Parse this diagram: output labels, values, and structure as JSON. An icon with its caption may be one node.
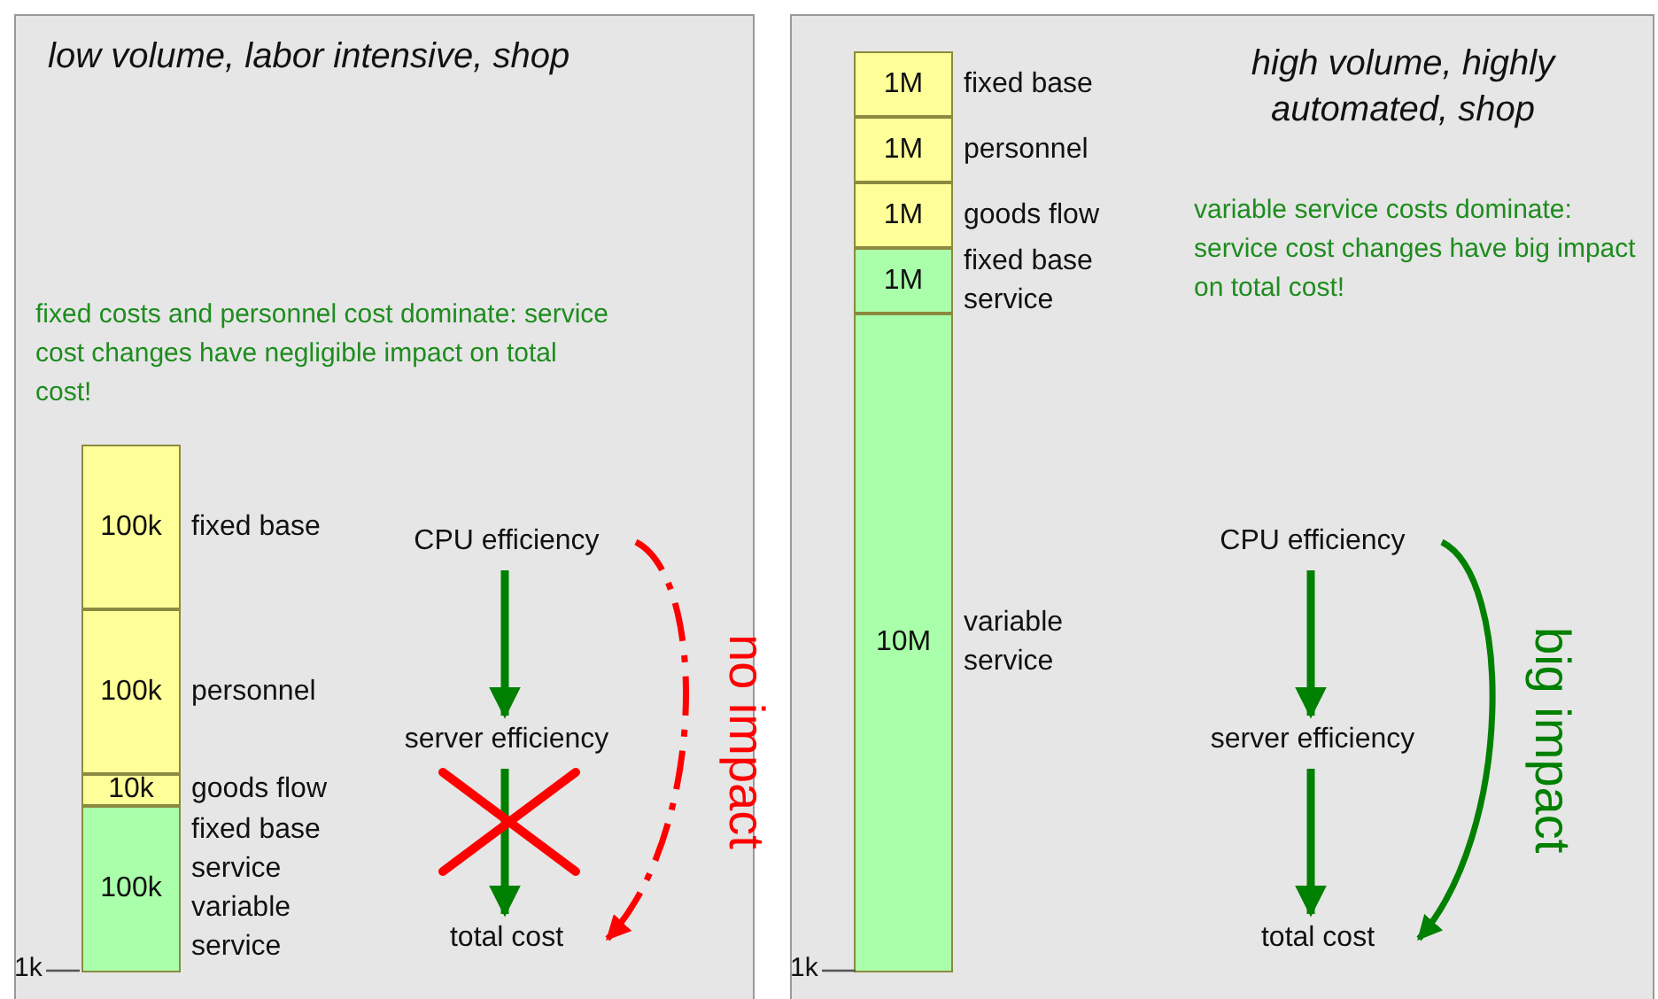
{
  "diagram": {
    "nodes": [
      {
        "text": [
          "low volume, labor intensive, shop",
          "fixed costs and personnel cost dominate: service cost changes have negligible impact on total cost!"
        ]
      },
      {
        "text": [
          "100k"
        ],
        "in": 0,
        "beside": [
          "fixed base"
        ]
      },
      {
        "text": [
          "100k"
        ],
        "in": 0,
        "beside": [
          "personnel"
        ]
      },
      {
        "text": [
          "10k"
        ],
        "in": 0,
        "beside": [
          "goods flow"
        ]
      },
      {
        "text": [
          "100k"
        ],
        "in": 0,
        "beside": [
          "fixed base service",
          "variable service"
        ]
      },
      {
        "text": [
          "CPU efficiency"
        ],
        "in": 0
      },
      {
        "text": [
          "server efficiency"
        ],
        "in": 0
      },
      {
        "text": [
          "total cost"
        ],
        "in": 0
      },
      {
        "text": [
          "high volume, highly automated, shop",
          "variable service costs dominate: service cost changes have big impact on total cost!"
        ]
      },
      {
        "text": [
          "1M"
        ],
        "in": 8,
        "beside": [
          "fixed base"
        ]
      },
      {
        "text": [
          "1M"
        ],
        "in": 8,
        "beside": [
          "personnel"
        ]
      },
      {
        "text": [
          "1M"
        ],
        "in": 8,
        "beside": [
          "goods flow"
        ]
      },
      {
        "text": [
          "1M"
        ],
        "in": 8,
        "beside": [
          "fixed base service"
        ]
      },
      {
        "text": [
          "10M"
        ],
        "in": 8,
        "beside": [
          "variable service"
        ]
      },
      {
        "text": [
          "CPU efficiency"
        ],
        "in": 8
      },
      {
        "text": [
          "server efficiency"
        ],
        "in": 8
      },
      {
        "text": [
          "total cost"
        ],
        "in": 8
      }
    ],
    "edges": [
      {
        "from": 5,
        "to": 6,
        "arrow": "to"
      },
      {
        "from": 6,
        "to": 7,
        "arrow": "to"
      },
      {
        "from": 5,
        "to": 7,
        "arrow": "to",
        "label": "no impact",
        "style": "dashed",
        "color": "#ff0000"
      },
      {
        "from": 14,
        "to": 15,
        "arrow": "to"
      },
      {
        "from": 15,
        "to": 16,
        "arrow": "to"
      },
      {
        "from": 14,
        "to": 16,
        "arrow": "to",
        "label": "big impact"
      }
    ],
    "labels": [
      "1k",
      "1k"
    ]
  }
}
